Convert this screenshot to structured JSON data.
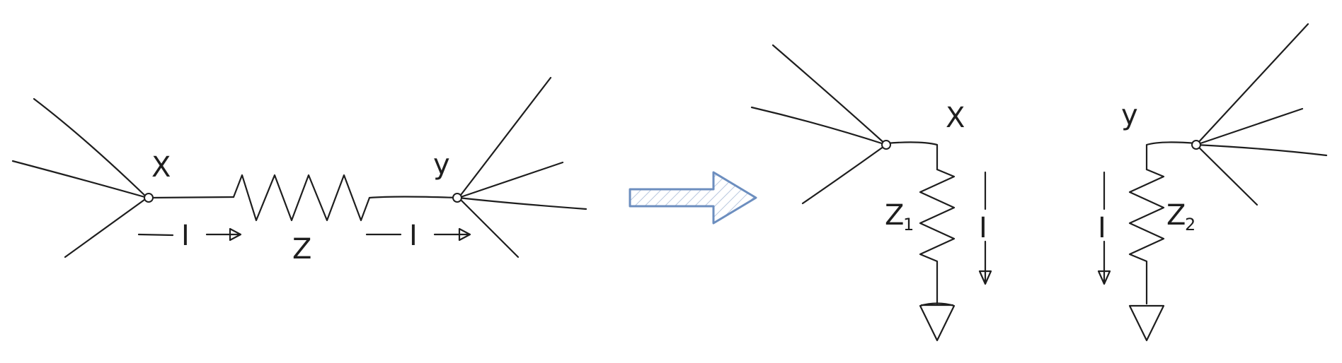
{
  "colors": {
    "stroke": "#1e1e1e",
    "arrow_stroke": "#6c8ebf",
    "arrow_hatch": "#b8c7de"
  },
  "left_circuit": {
    "node_x_label": "X",
    "node_y_label": "y",
    "impedance_label": "Z",
    "current_left_label": "I",
    "current_right_label": "I"
  },
  "right_circuit": {
    "node_x_label": "X",
    "node_y_label": "y",
    "impedance_1_label": "Z",
    "impedance_1_subscript": "1",
    "impedance_2_label": "Z",
    "impedance_2_subscript": "2",
    "current_left_label": "I",
    "current_right_label": "I"
  },
  "transform_arrow": {
    "icon": "right-arrow-icon"
  }
}
